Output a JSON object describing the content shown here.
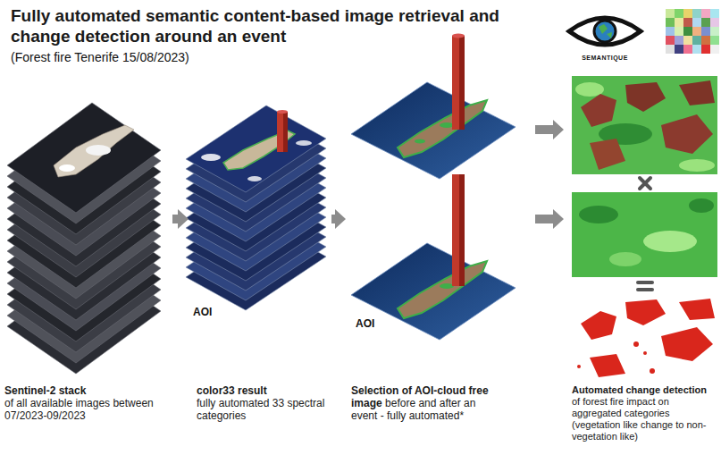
{
  "diagram": {
    "title": "Fully automated semantic content-based image retrieval and change detection around an event",
    "nodes": [
      {
        "text": [
          "Sentinel-2 stack",
          "of all available images between 07/2023-09/2023"
        ]
      },
      {
        "text": [
          "color33 result",
          "fully automated 33 spectral categories"
        ]
      },
      {
        "text": [
          "Selection of AOI-cloud free image",
          "before and after an event - fully automated*"
        ]
      },
      {
        "text": [
          "Automated change detection",
          "of forest fire impact on aggregated categories (vegetation like change to non-vegetation like)"
        ]
      }
    ],
    "edges": [
      {
        "from": 0,
        "to": 1,
        "arrow": "to"
      },
      {
        "from": 1,
        "to": 2,
        "arrow": "to"
      },
      {
        "from": 2,
        "to": 3,
        "arrow": "to"
      },
      {
        "from": 2,
        "to": 3,
        "arrow": "to"
      }
    ],
    "labels": [
      "(Forest fire Tenerife 15/08/2023)",
      "SEMANTIQUE",
      "AOI",
      "AOI"
    ]
  }
}
